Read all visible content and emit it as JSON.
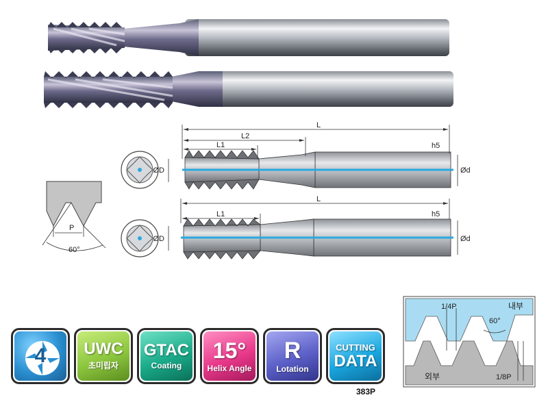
{
  "dimensions": {
    "L": "L",
    "L2": "L2",
    "L1": "L1",
    "OD": "ØD",
    "Od": "Ød",
    "tolerance": "h5"
  },
  "thread_profile": {
    "pitch_label": "P",
    "angle_label": "60°"
  },
  "thread_detail": {
    "internal_label": "내부",
    "external_label": "외부",
    "top_fraction": "1/4P",
    "bottom_fraction": "1/8P",
    "angle_label": "60°"
  },
  "badges": [
    {
      "main": "4",
      "sub": "",
      "color": "#2a8fd0"
    },
    {
      "main": "UWC",
      "sub": "초미립자",
      "color": "#8cc63e"
    },
    {
      "main": "GTAC",
      "sub": "Coating",
      "color": "#1aab8a"
    },
    {
      "main": "15°",
      "sub": "Helix Angle",
      "color": "#e8388a"
    },
    {
      "main": "R",
      "sub": "Lotation",
      "color": "#5b5fc7"
    },
    {
      "main": "CUTTING",
      "sub": "DATA",
      "color": "#1aa7e0"
    }
  ],
  "page_ref": "383P",
  "colors": {
    "coolant": "#29a9e0",
    "internal_fill": "#a9dcf2",
    "external_fill": "#b9b9b9"
  }
}
